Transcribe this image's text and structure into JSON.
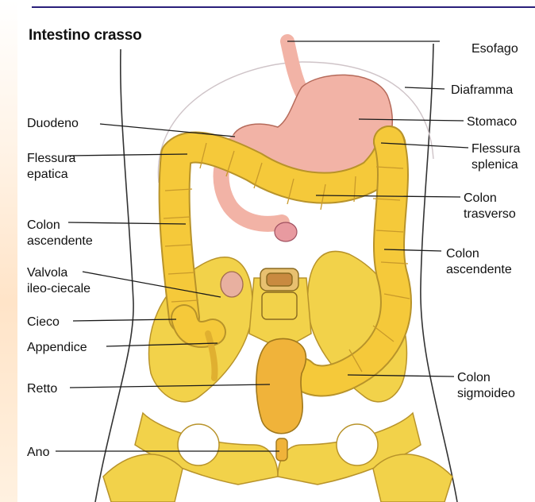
{
  "title": "Intestino crasso",
  "labels": {
    "esofago": [
      "Esofago"
    ],
    "diaframma": [
      "Diaframma"
    ],
    "stomaco": [
      "Stomaco"
    ],
    "flessura_splenica": [
      "Flessura",
      "splenica"
    ],
    "colon_trasverso": [
      "Colon",
      "trasverso"
    ],
    "colon_ascendente_right": [
      "Colon",
      "ascendente"
    ],
    "colon_sigmoideo": [
      "Colon",
      "sigmoideo"
    ],
    "duodeno": [
      "Duodeno"
    ],
    "flessura_epatica": [
      "Flessura",
      "epatica"
    ],
    "colon_ascendente_left": [
      "Colon",
      "ascendente"
    ],
    "valvola": [
      "Valvola",
      "ileo-ciecale"
    ],
    "cieco": [
      "Cieco"
    ],
    "appendice": [
      "Appendice"
    ],
    "retto": [
      "Retto"
    ],
    "ano": [
      "Ano"
    ]
  },
  "colors": {
    "bone": "#f2d24a",
    "colon": "#f5c93a",
    "stomach": "#f2b3a6",
    "leader": "#1a1a1a"
  }
}
